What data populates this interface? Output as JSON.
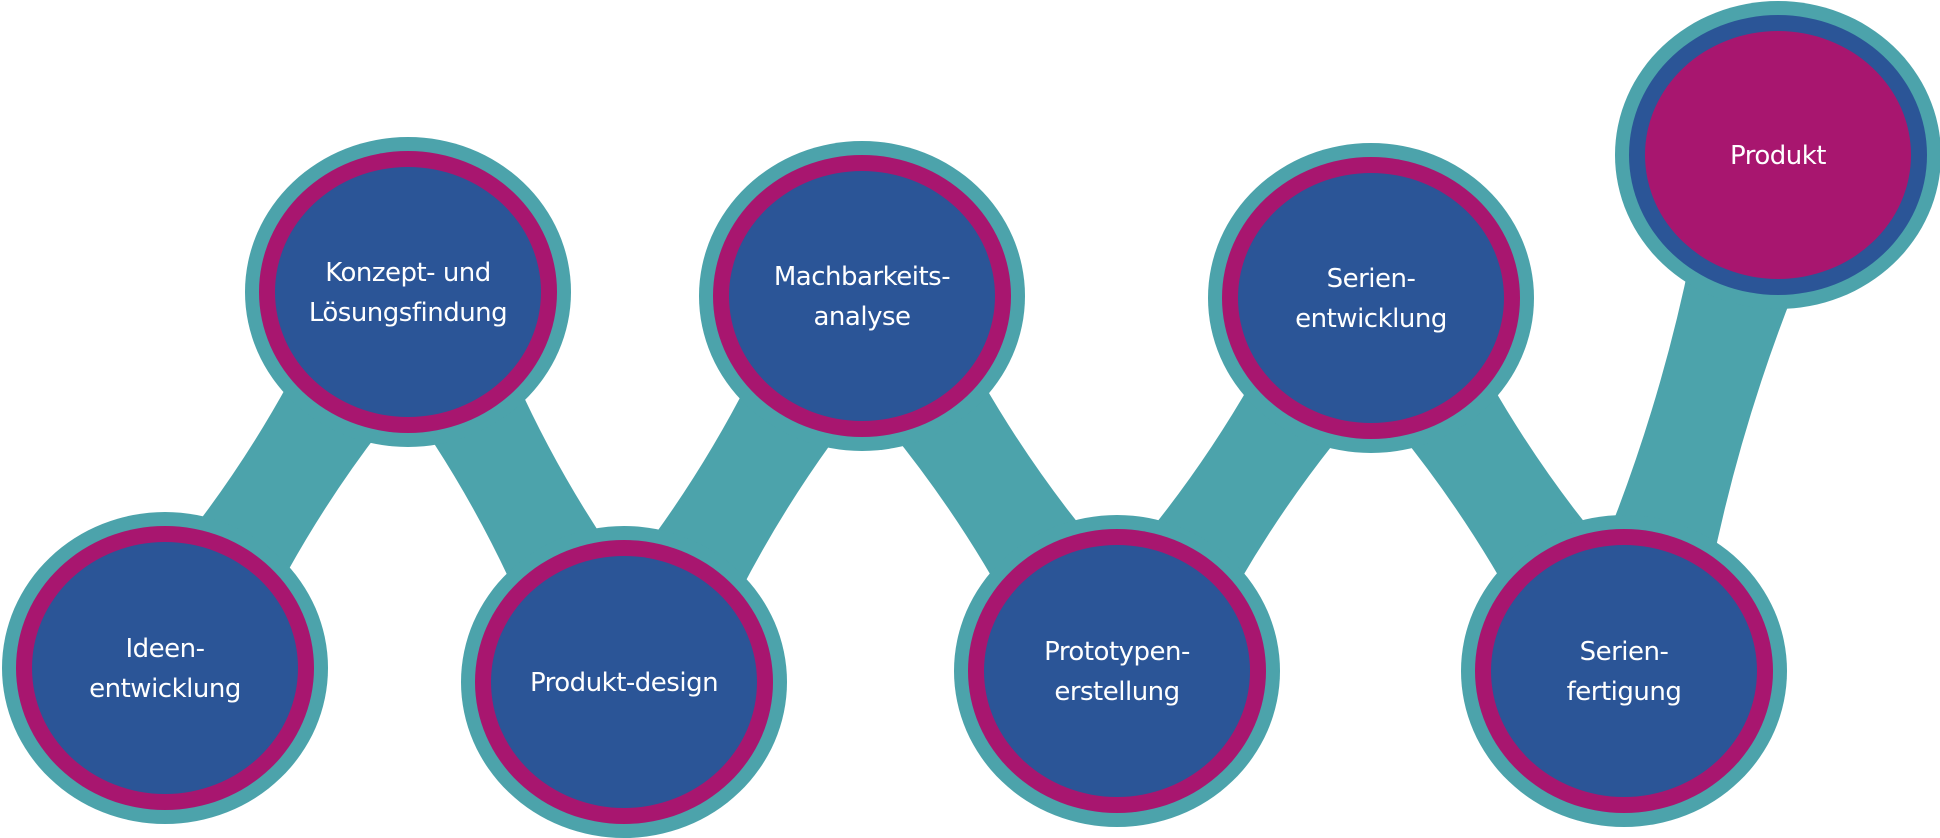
{
  "diagram": {
    "colors": {
      "connector": "#4ca3ab",
      "outer_ring": "#4ca3ab",
      "middle_ring": "#a8166f",
      "fill": "#2b5597",
      "final_middle_ring": "#2b5597",
      "final_fill": "#a8166f",
      "text": "#ffffff"
    },
    "nodes": [
      {
        "id": "ideenentwicklung",
        "lines": [
          "Ideen-",
          "entwicklung"
        ],
        "final": false
      },
      {
        "id": "konzept-und-loesungsfindung",
        "lines": [
          "Konzept- und",
          "Lösungsfindung"
        ],
        "final": false
      },
      {
        "id": "produkt-design",
        "lines": [
          "Produkt-design"
        ],
        "final": false
      },
      {
        "id": "machbarkeitsanalyse",
        "lines": [
          "Machbarkeits-",
          "analyse"
        ],
        "final": false
      },
      {
        "id": "prototypenerstellung",
        "lines": [
          "Prototypen-",
          "erstellung"
        ],
        "final": false
      },
      {
        "id": "serienentwicklung",
        "lines": [
          "Serien-",
          "entwicklung"
        ],
        "final": false
      },
      {
        "id": "serienfertigung",
        "lines": [
          "Serien-",
          "fertigung"
        ],
        "final": false
      },
      {
        "id": "produkt",
        "lines": [
          "Produkt"
        ],
        "final": true
      }
    ]
  }
}
